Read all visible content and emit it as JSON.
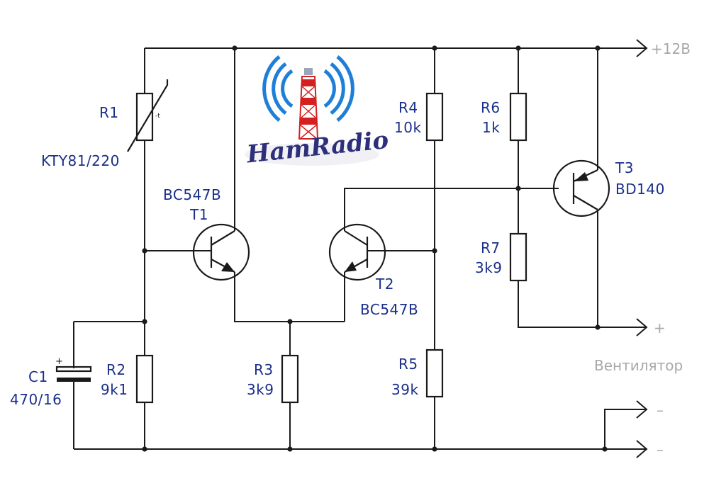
{
  "labels": {
    "r1_name": "R1",
    "r1_value": "KTY81/220",
    "r1_tsym": "-t",
    "t1_type": "BC547B",
    "t1_name": "T1",
    "t2_name": "T2",
    "t2_type": "BC547B",
    "t3_name": "T3",
    "t3_type": "BD140",
    "r2_name": "R2",
    "r2_value": "9k1",
    "r3_name": "R3",
    "r3_value": "3k9",
    "r4_name": "R4",
    "r4_value": "10k",
    "r5_name": "R5",
    "r5_value": "39k",
    "r6_name": "R6",
    "r6_value": "1k",
    "r7_name": "R7",
    "r7_value": "3k9",
    "c1_name": "C1",
    "c1_value": "470/16",
    "c1_plus": "+"
  },
  "terminals": {
    "supply": "+12В",
    "fan_plus": "+",
    "fan_label": "Вентилятор",
    "minus_1": "–",
    "minus_2": "–"
  },
  "logo": {
    "text": "HamRadio"
  },
  "colors": {
    "wire": "#1a1a1a",
    "label": "#1a2f8a",
    "terminal": "#a8a8a8",
    "logo_wave": "#1e7fd8",
    "logo_tower": "#d42020",
    "logo_text": "#2d2f7a"
  }
}
